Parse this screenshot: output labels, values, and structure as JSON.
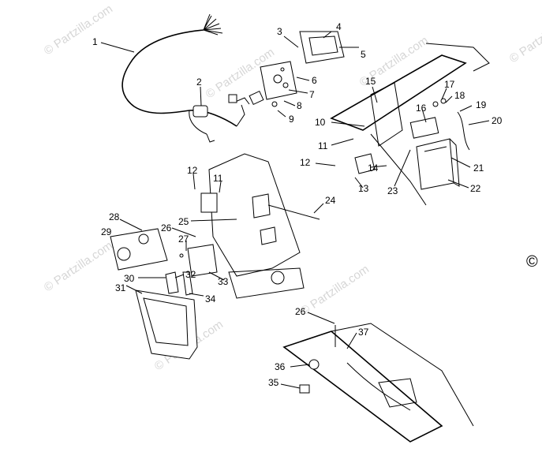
{
  "watermark": {
    "text": "© Partzilla.com",
    "edge_symbol": "©"
  },
  "callouts": [
    "1",
    "2",
    "3",
    "4",
    "5",
    "6",
    "7",
    "8",
    "9",
    "10",
    "11",
    "12",
    "13",
    "14",
    "15",
    "16",
    "17",
    "18",
    "19",
    "20",
    "21",
    "22",
    "23",
    "24",
    "25",
    "26",
    "27",
    "28",
    "29",
    "30",
    "31",
    "32",
    "33",
    "34",
    "35",
    "36",
    "37"
  ],
  "repeat_callouts": {
    "c11b": "11",
    "c12b": "12",
    "c26b": "26"
  }
}
